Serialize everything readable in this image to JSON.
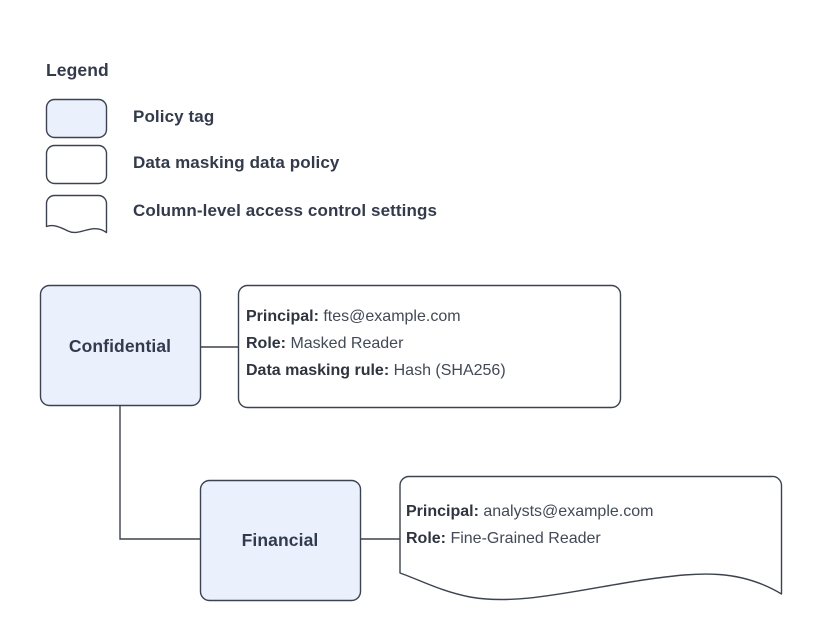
{
  "legend": {
    "title": "Legend",
    "items": [
      {
        "shape": "policy-tag-swatch",
        "label": "Policy tag"
      },
      {
        "shape": "data-policy-swatch",
        "label": "Data masking data policy"
      },
      {
        "shape": "column-acl-swatch",
        "label": "Column-level access control settings"
      }
    ]
  },
  "diagram": {
    "nodes": [
      {
        "id": "confidential",
        "label": "Confidential",
        "type": "policy-tag"
      },
      {
        "id": "financial",
        "label": "Financial",
        "type": "policy-tag"
      }
    ],
    "masking_policy": {
      "lines": [
        {
          "key": "Principal:",
          "value": "ftes@example.com"
        },
        {
          "key": "Role:",
          "value": "Masked Reader"
        },
        {
          "key": "Data masking rule:",
          "value": "Hash (SHA256)"
        }
      ]
    },
    "column_access_control": {
      "lines": [
        {
          "key": "Principal:",
          "value": "analysts@example.com"
        },
        {
          "key": "Role:",
          "value": "Fine-Grained Reader"
        }
      ]
    }
  },
  "colors": {
    "policy_tag_fill": "#eaf1fd",
    "stroke": "#3b4252",
    "text": "#323b4e",
    "background": "#ffffff"
  }
}
